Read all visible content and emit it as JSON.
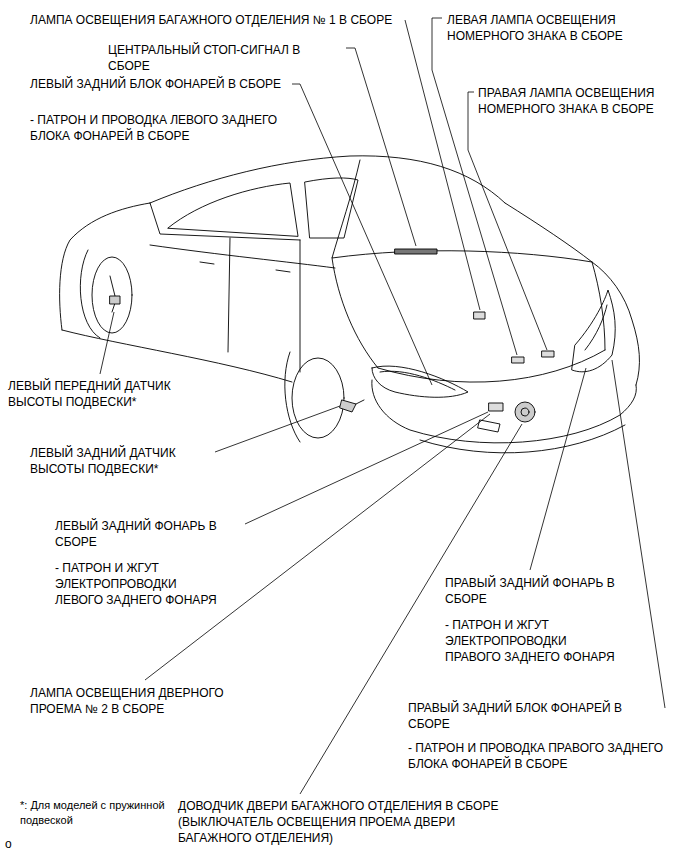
{
  "diagram": {
    "labels": [
      "ЛАМПА ОСВЕЩЕНИЯ БАГАЖНОГО ОТДЕЛЕНИЯ № 1 В СБОРЕ",
      "ЦЕНТРАЛЬНЫЙ СТОП-СИГНАЛ В СБОРЕ",
      "ЛЕВЫЙ ЗАДНИЙ БЛОК ФОНАРЕЙ В СБОРЕ",
      "- ПАТРОН И ПРОВОДКА ЛЕВОГО ЗАДНЕГО БЛОКА ФОНАРЕЙ В СБОРЕ",
      "ЛЕВАЯ ЛАМПА ОСВЕЩЕНИЯ НОМЕРНОГО ЗНАКА В СБОРЕ",
      "ПРАВАЯ ЛАМПА ОСВЕЩЕНИЯ НОМЕРНОГО ЗНАКА В СБОРЕ",
      "ЛЕВЫЙ ПЕРЕДНИЙ ДАТЧИК ВЫСОТЫ ПОДВЕСКИ*",
      "ЛЕВЫЙ ЗАДНИЙ ДАТЧИК ВЫСОТЫ ПОДВЕСКИ*",
      "ЛЕВЫЙ ЗАДНИЙ ФОНАРЬ В СБОРЕ",
      "- ПАТРОН И ЖГУТ ЭЛЕКТРОПРОВОДКИ ЛЕВОГО ЗАДНЕГО ФОНАРЯ",
      "ПРАВЫЙ ЗАДНИЙ ФОНАРЬ В СБОРЕ",
      "- ПАТРОН И ЖГУТ ЭЛЕКТРОПРОВОДКИ ПРАВОГО ЗАДНЕГО ФОНАРЯ",
      "ЛАМПА ОСВЕЩЕНИЯ ДВЕРНОГО ПРОЕМА № 2 В СБОРЕ",
      "ПРАВЫЙ ЗАДНИЙ БЛОК ФОНАРЕЙ В СБОРЕ",
      "- ПАТРОН И ПРОВОДКА ПРАВОГО ЗАДНЕГО БЛОКА ФОНАРЕЙ В СБОРЕ",
      "*: Для моделей с пружинной подвеской",
      "ДОВОДЧИК ДВЕРИ БАГАЖНОГО ОТДЕЛЕНИЯ В СБОРЕ (ВЫКЛЮЧАТЕЛЬ ОСВЕЩЕНИЯ ПРОЕМА ДВЕРИ БАГАЖНОГО ОТДЕЛЕНИЯ)",
      "o"
    ]
  }
}
